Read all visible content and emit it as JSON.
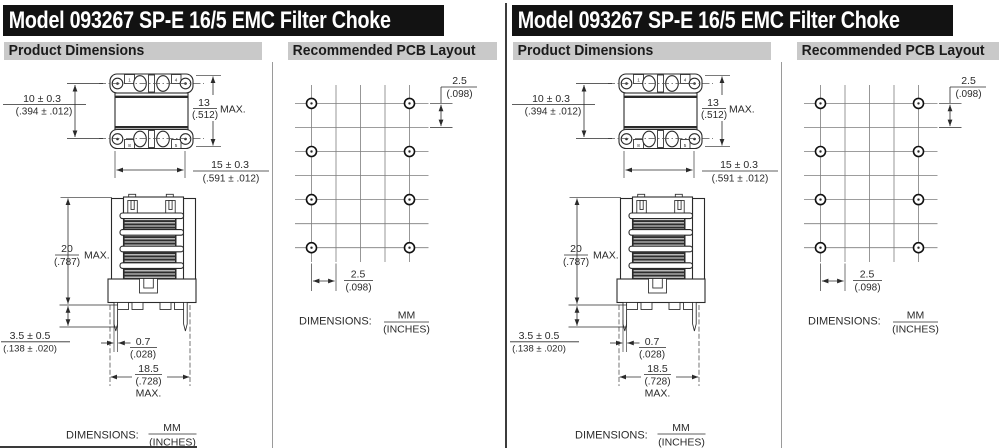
{
  "title": "Model 093267 SP-E 16/5 EMC Filter Choke",
  "sections": {
    "product_dimensions": "Product Dimensions",
    "pcb_layout": "Recommended PCB Layout"
  },
  "dims": {
    "pin_row_spacing": {
      "mm": "10 ± 0.3",
      "inches": "(.394 ± .012)"
    },
    "height_top": {
      "mm": "13",
      "inches": "(.512)",
      "qualifier": "MAX."
    },
    "body_width": {
      "mm": "15 ± 0.3",
      "inches": "(.591 ± .012)"
    },
    "overall_height": {
      "mm": "20",
      "inches": "(.787)",
      "qualifier": "MAX."
    },
    "pin_length": {
      "mm": "3.5 ± 0.5",
      "inches": "(.138 ± .020)"
    },
    "pin_diameter": {
      "mm": "0.7",
      "inches": "(.028)"
    },
    "overall_width": {
      "mm": "18.5",
      "inches": "(.728)",
      "qualifier": "MAX."
    },
    "pcb_pitch_vertical": {
      "mm": "2.5",
      "inches": "(.098)"
    },
    "pcb_pitch_horizontal": {
      "mm": "2.5",
      "inches": "(.098)"
    }
  },
  "pins": {
    "top_left": "1",
    "top_right": "4",
    "bottom_left": "8",
    "bottom_right": "5"
  },
  "notes": {
    "label": "DIMENSIONS:",
    "numerator": "MM",
    "denominator": "(INCHES)"
  },
  "colors": {
    "page_bg": "#ffffff",
    "title_bar_bg": "#121212",
    "title_text": "#ffffff",
    "section_bar_bg": "#c9c9c9",
    "section_text": "#1b1b1b",
    "line": "#2a2a2a",
    "grid_line": "#7d7d7d",
    "winding_fill": "#2e2e2e",
    "divider": "#3c3c3c"
  }
}
